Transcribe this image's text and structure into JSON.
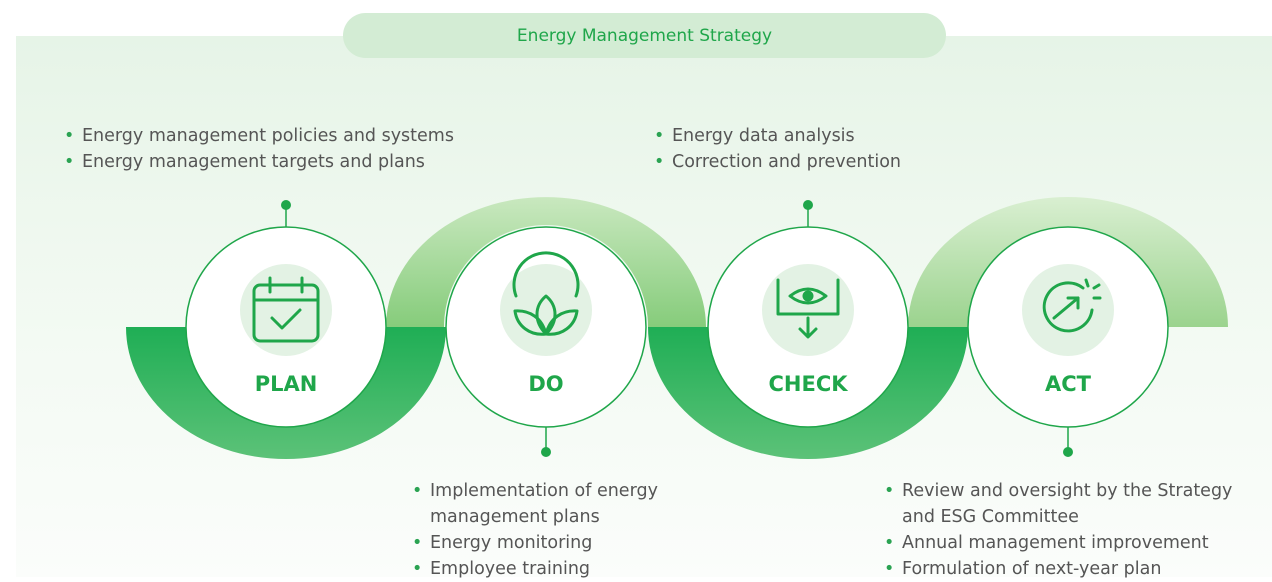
{
  "title": "Energy Management Strategy",
  "stages": [
    {
      "label": "PLAN",
      "icon": "calendar-check-icon",
      "items": [
        "Energy management policies and systems",
        "Energy management targets and plans"
      ]
    },
    {
      "label": "DO",
      "icon": "leaf-sprout-icon",
      "items": [
        "Implementation of energy management plans",
        "Energy monitoring",
        "Employee training"
      ]
    },
    {
      "label": "CHECK",
      "icon": "eye-monitor-icon",
      "items": [
        "Energy data analysis",
        "Correction and prevention"
      ]
    },
    {
      "label": "ACT",
      "icon": "cycle-arrow-icon",
      "items": [
        "Review and oversight by the Strategy and ESG Committee",
        "Annual management improvement",
        "Formulation of next-year plan"
      ]
    }
  ],
  "colors": {
    "primary_green": "#1fa64a",
    "light_green": "#8ecf7f",
    "panel_bg": "#e9f5ea",
    "pill_bg": "#d3ecd4"
  }
}
